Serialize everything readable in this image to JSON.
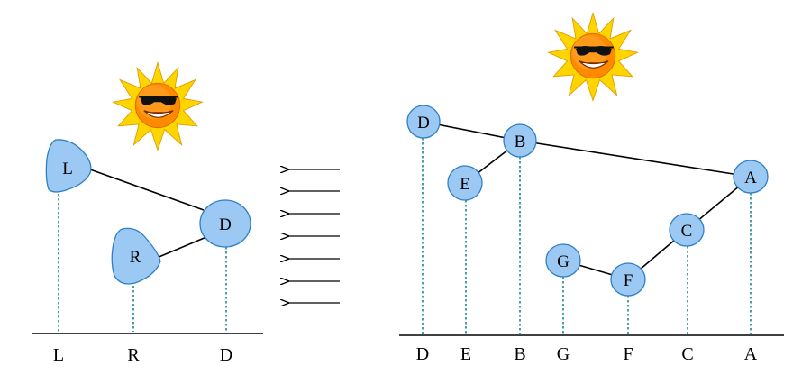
{
  "left_tree": {
    "nodes": {
      "L": "L",
      "R": "R",
      "D": "D"
    },
    "ground_labels": [
      "L",
      "R",
      "D"
    ]
  },
  "right_tree": {
    "nodes": {
      "D": "D",
      "B": "B",
      "E": "E",
      "A": "A",
      "C": "C",
      "G": "G",
      "F": "F"
    },
    "ground_labels": [
      "D",
      "E",
      "B",
      "G",
      "F",
      "C",
      "A"
    ]
  },
  "arrows": {
    "count": 7,
    "direction": "left"
  },
  "colors": {
    "node_fill": "#9cc9f4",
    "node_stroke": "#2f7fc2",
    "projection": "#1a8a8a",
    "sun_yellow": "#ffd500",
    "sun_orange": "#ff8a00"
  },
  "icons": [
    "sun-with-sunglasses-icon"
  ]
}
